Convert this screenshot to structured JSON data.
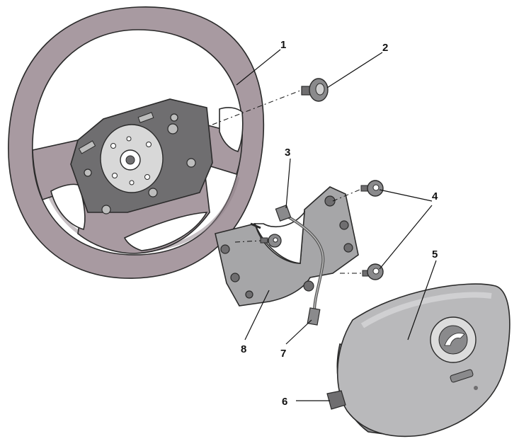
{
  "diagram": {
    "callouts": [
      {
        "id": "1",
        "label": "1"
      },
      {
        "id": "2",
        "label": "2"
      },
      {
        "id": "3",
        "label": "3"
      },
      {
        "id": "4",
        "label": "4"
      },
      {
        "id": "5",
        "label": "5"
      },
      {
        "id": "6",
        "label": "6"
      },
      {
        "id": "7",
        "label": "7"
      },
      {
        "id": "8",
        "label": "8"
      }
    ],
    "colors": {
      "wheel": "#a89aa1",
      "hub": "#6f6e70",
      "bracket": "#a6a6a8",
      "airbag": "#b9b9bb",
      "outline": "#2a2a2a"
    }
  }
}
